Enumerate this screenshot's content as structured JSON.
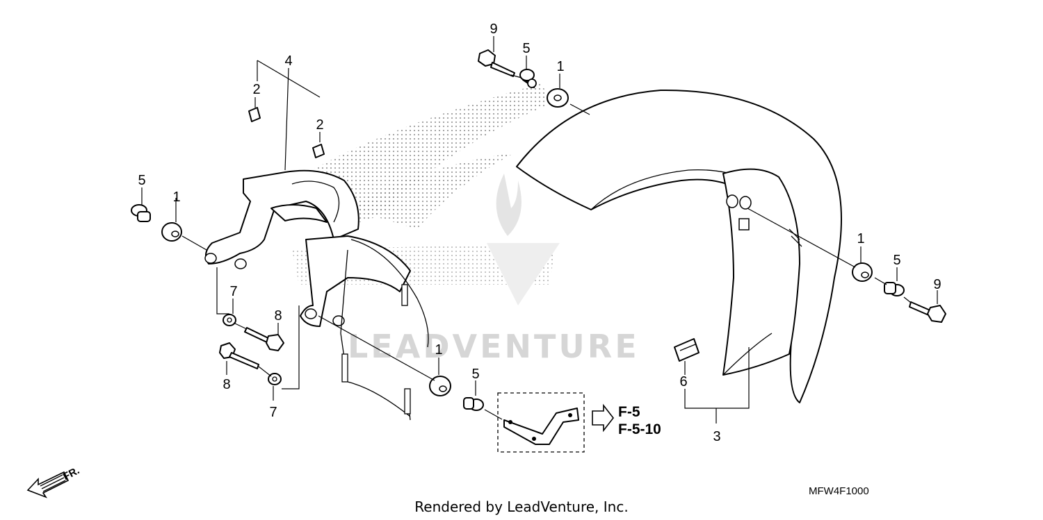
{
  "callouts": [
    "9",
    "5",
    "1",
    "4",
    "2",
    "2",
    "5",
    "1",
    "7",
    "8",
    "8",
    "7",
    "1",
    "5",
    "6",
    "3",
    "1",
    "5",
    "9"
  ],
  "references": [
    "F-5",
    "F-5-10"
  ],
  "diagram_code": "MFW4F1000",
  "render_note": "Rendered by LeadVenture, Inc.",
  "watermark": "LEADVENTURE",
  "direction_label": "FR."
}
